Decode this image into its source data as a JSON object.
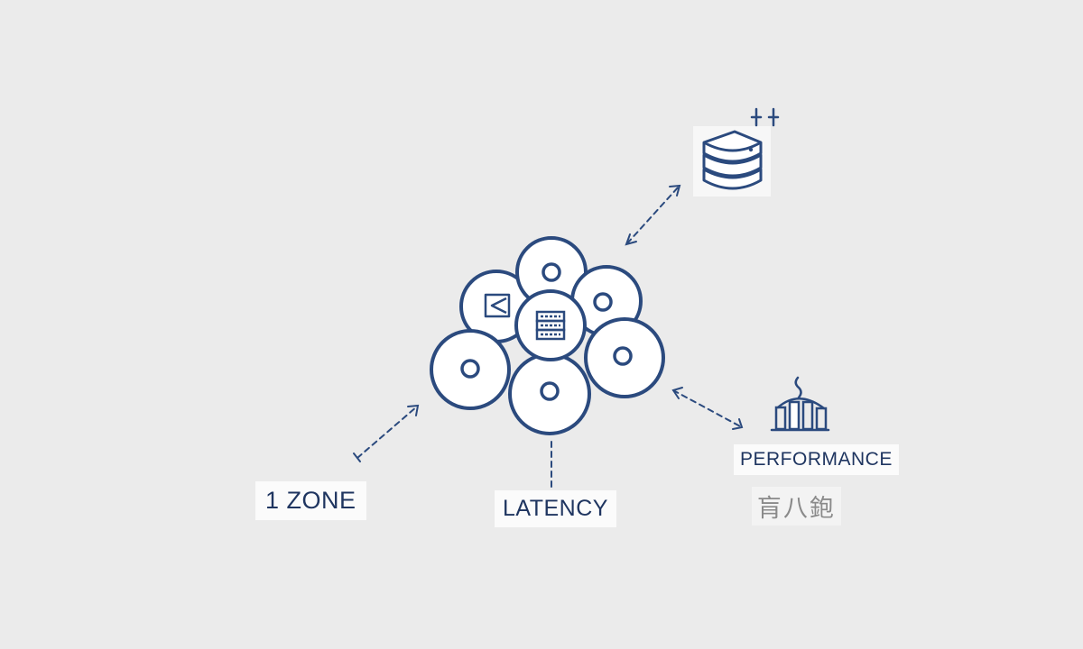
{
  "labels": {
    "zone": "1 ZONE",
    "latency": "LATENCY",
    "performance": "PERFORMANCE",
    "performance_sub": "肓八鉋"
  },
  "icons": {
    "cluster_center": "server-rack-icon",
    "cluster_top_left": "play-back-icon",
    "storage": "database-stack-icon",
    "storage_badge": "plus-plus-icon",
    "performance": "gauge-bars-icon"
  },
  "colors": {
    "stroke": "#2b4a7e",
    "background": "#ebebeb",
    "label_background": "#fbfbfb"
  }
}
